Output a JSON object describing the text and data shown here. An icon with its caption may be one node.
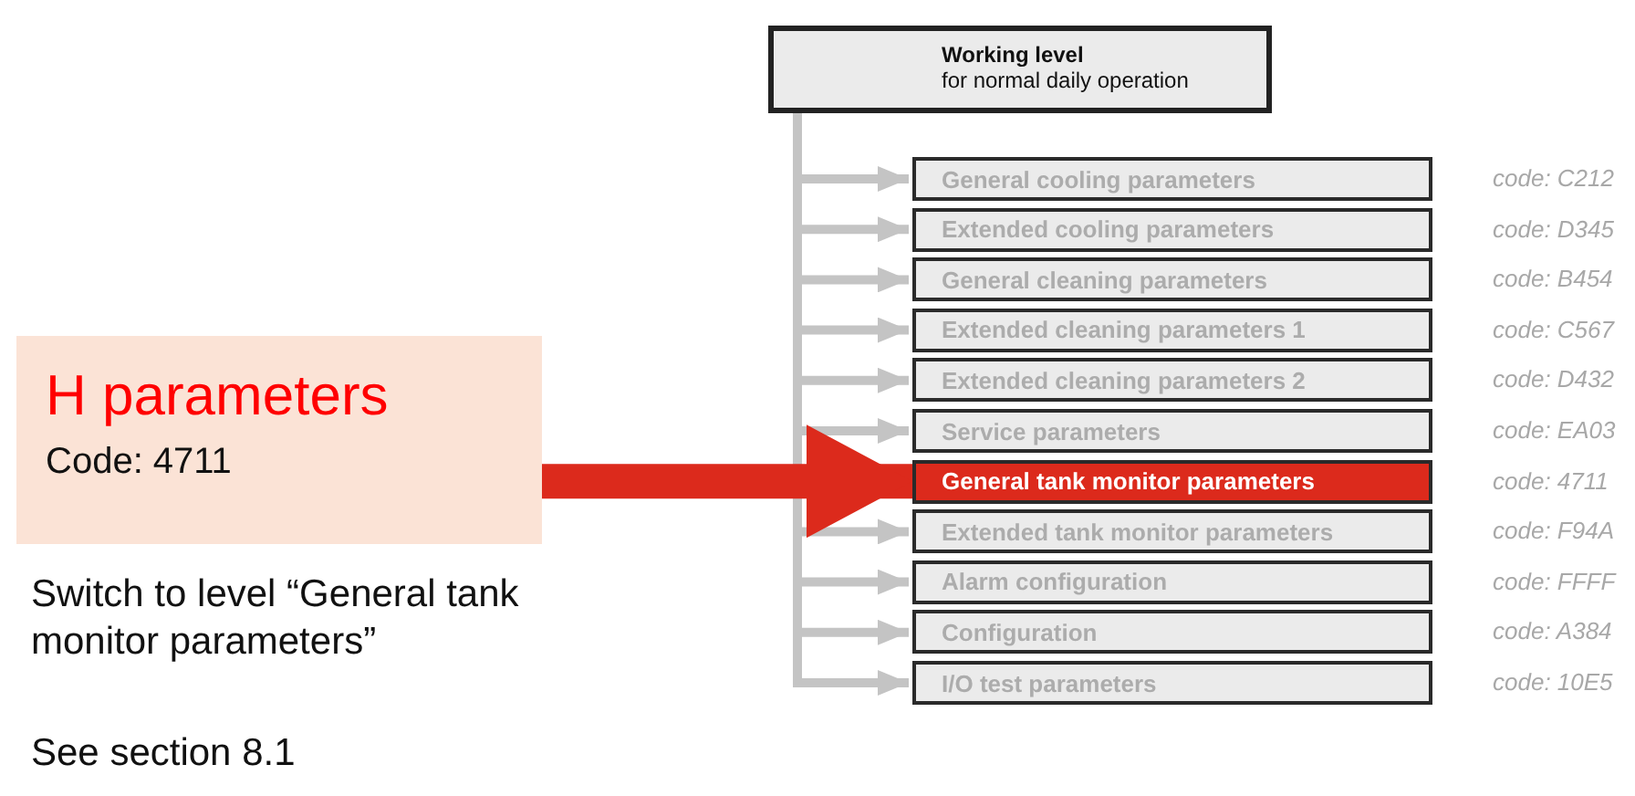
{
  "diagram": {
    "nodes": [
      {
        "text": [
          "Working level",
          "for normal daily operation"
        ]
      },
      {
        "text": [
          "General cooling parameters"
        ],
        "beside": [
          "code: C212"
        ]
      },
      {
        "text": [
          "Extended cooling parameters"
        ],
        "beside": [
          "code: D345"
        ]
      },
      {
        "text": [
          "General cleaning parameters"
        ],
        "beside": [
          "code: B454"
        ]
      },
      {
        "text": [
          "Extended cleaning parameters 1"
        ],
        "beside": [
          "code: C567"
        ]
      },
      {
        "text": [
          "Extended cleaning parameters 2"
        ],
        "beside": [
          "code: D432"
        ]
      },
      {
        "text": [
          "Service parameters"
        ],
        "beside": [
          "code: EA03"
        ]
      },
      {
        "text": [
          "General tank monitor parameters"
        ],
        "beside": [
          "code: 4711"
        ]
      },
      {
        "text": [
          "Extended tank monitor parameters"
        ],
        "beside": [
          "code: F94A"
        ]
      },
      {
        "text": [
          "Alarm configuration"
        ],
        "beside": [
          "code: FFFF"
        ]
      },
      {
        "text": [
          "Configuration"
        ],
        "beside": [
          "code: A384"
        ]
      },
      {
        "text": [
          "I/O test parameters"
        ],
        "beside": [
          "code: 10E5"
        ]
      },
      {
        "text": [
          "H parameters",
          "Code: 4711"
        ]
      }
    ],
    "edges": [
      {
        "from": 0,
        "to": 1,
        "arrow": "to"
      },
      {
        "from": 0,
        "to": 2,
        "arrow": "to"
      },
      {
        "from": 0,
        "to": 3,
        "arrow": "to"
      },
      {
        "from": 0,
        "to": 4,
        "arrow": "to"
      },
      {
        "from": 0,
        "to": 5,
        "arrow": "to"
      },
      {
        "from": 0,
        "to": 6,
        "arrow": "to"
      },
      {
        "from": 0,
        "to": 8,
        "arrow": "to"
      },
      {
        "from": 0,
        "to": 9,
        "arrow": "to"
      },
      {
        "from": 0,
        "to": 10,
        "arrow": "to"
      },
      {
        "from": 0,
        "to": 11,
        "arrow": "to"
      },
      {
        "from": 12,
        "to": 7,
        "arrow": "to",
        "style": "thick",
        "color": "#dc2a1c"
      }
    ],
    "labels": [
      "Switch to level “General tank monitor parameters”",
      "See section 8.1"
    ]
  }
}
